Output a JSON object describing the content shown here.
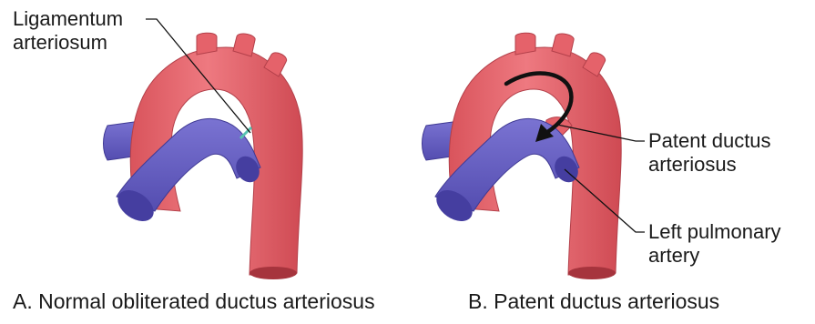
{
  "panel_a": {
    "label_ligamentum_line1": "Ligamentum",
    "label_ligamentum_line2": "arteriosum",
    "caption": "A. Normal obliterated ductus arteriosus"
  },
  "panel_b": {
    "label_patent_line1": "Patent ductus",
    "label_patent_line2": "arteriosus",
    "label_lpa_line1": "Left pulmonary",
    "label_lpa_line2": "artery",
    "caption": "B. Patent ductus arteriosus"
  },
  "colors": {
    "aorta": "#e5626a",
    "aorta_shadow": "#c8444d",
    "aorta_highlight": "#f28b91",
    "pulmonary": "#6a63c4",
    "pulmonary_shadow": "#4d46a3",
    "ligamentum": "#58c4b0",
    "arrow": "#111111",
    "leader": "#111111"
  }
}
